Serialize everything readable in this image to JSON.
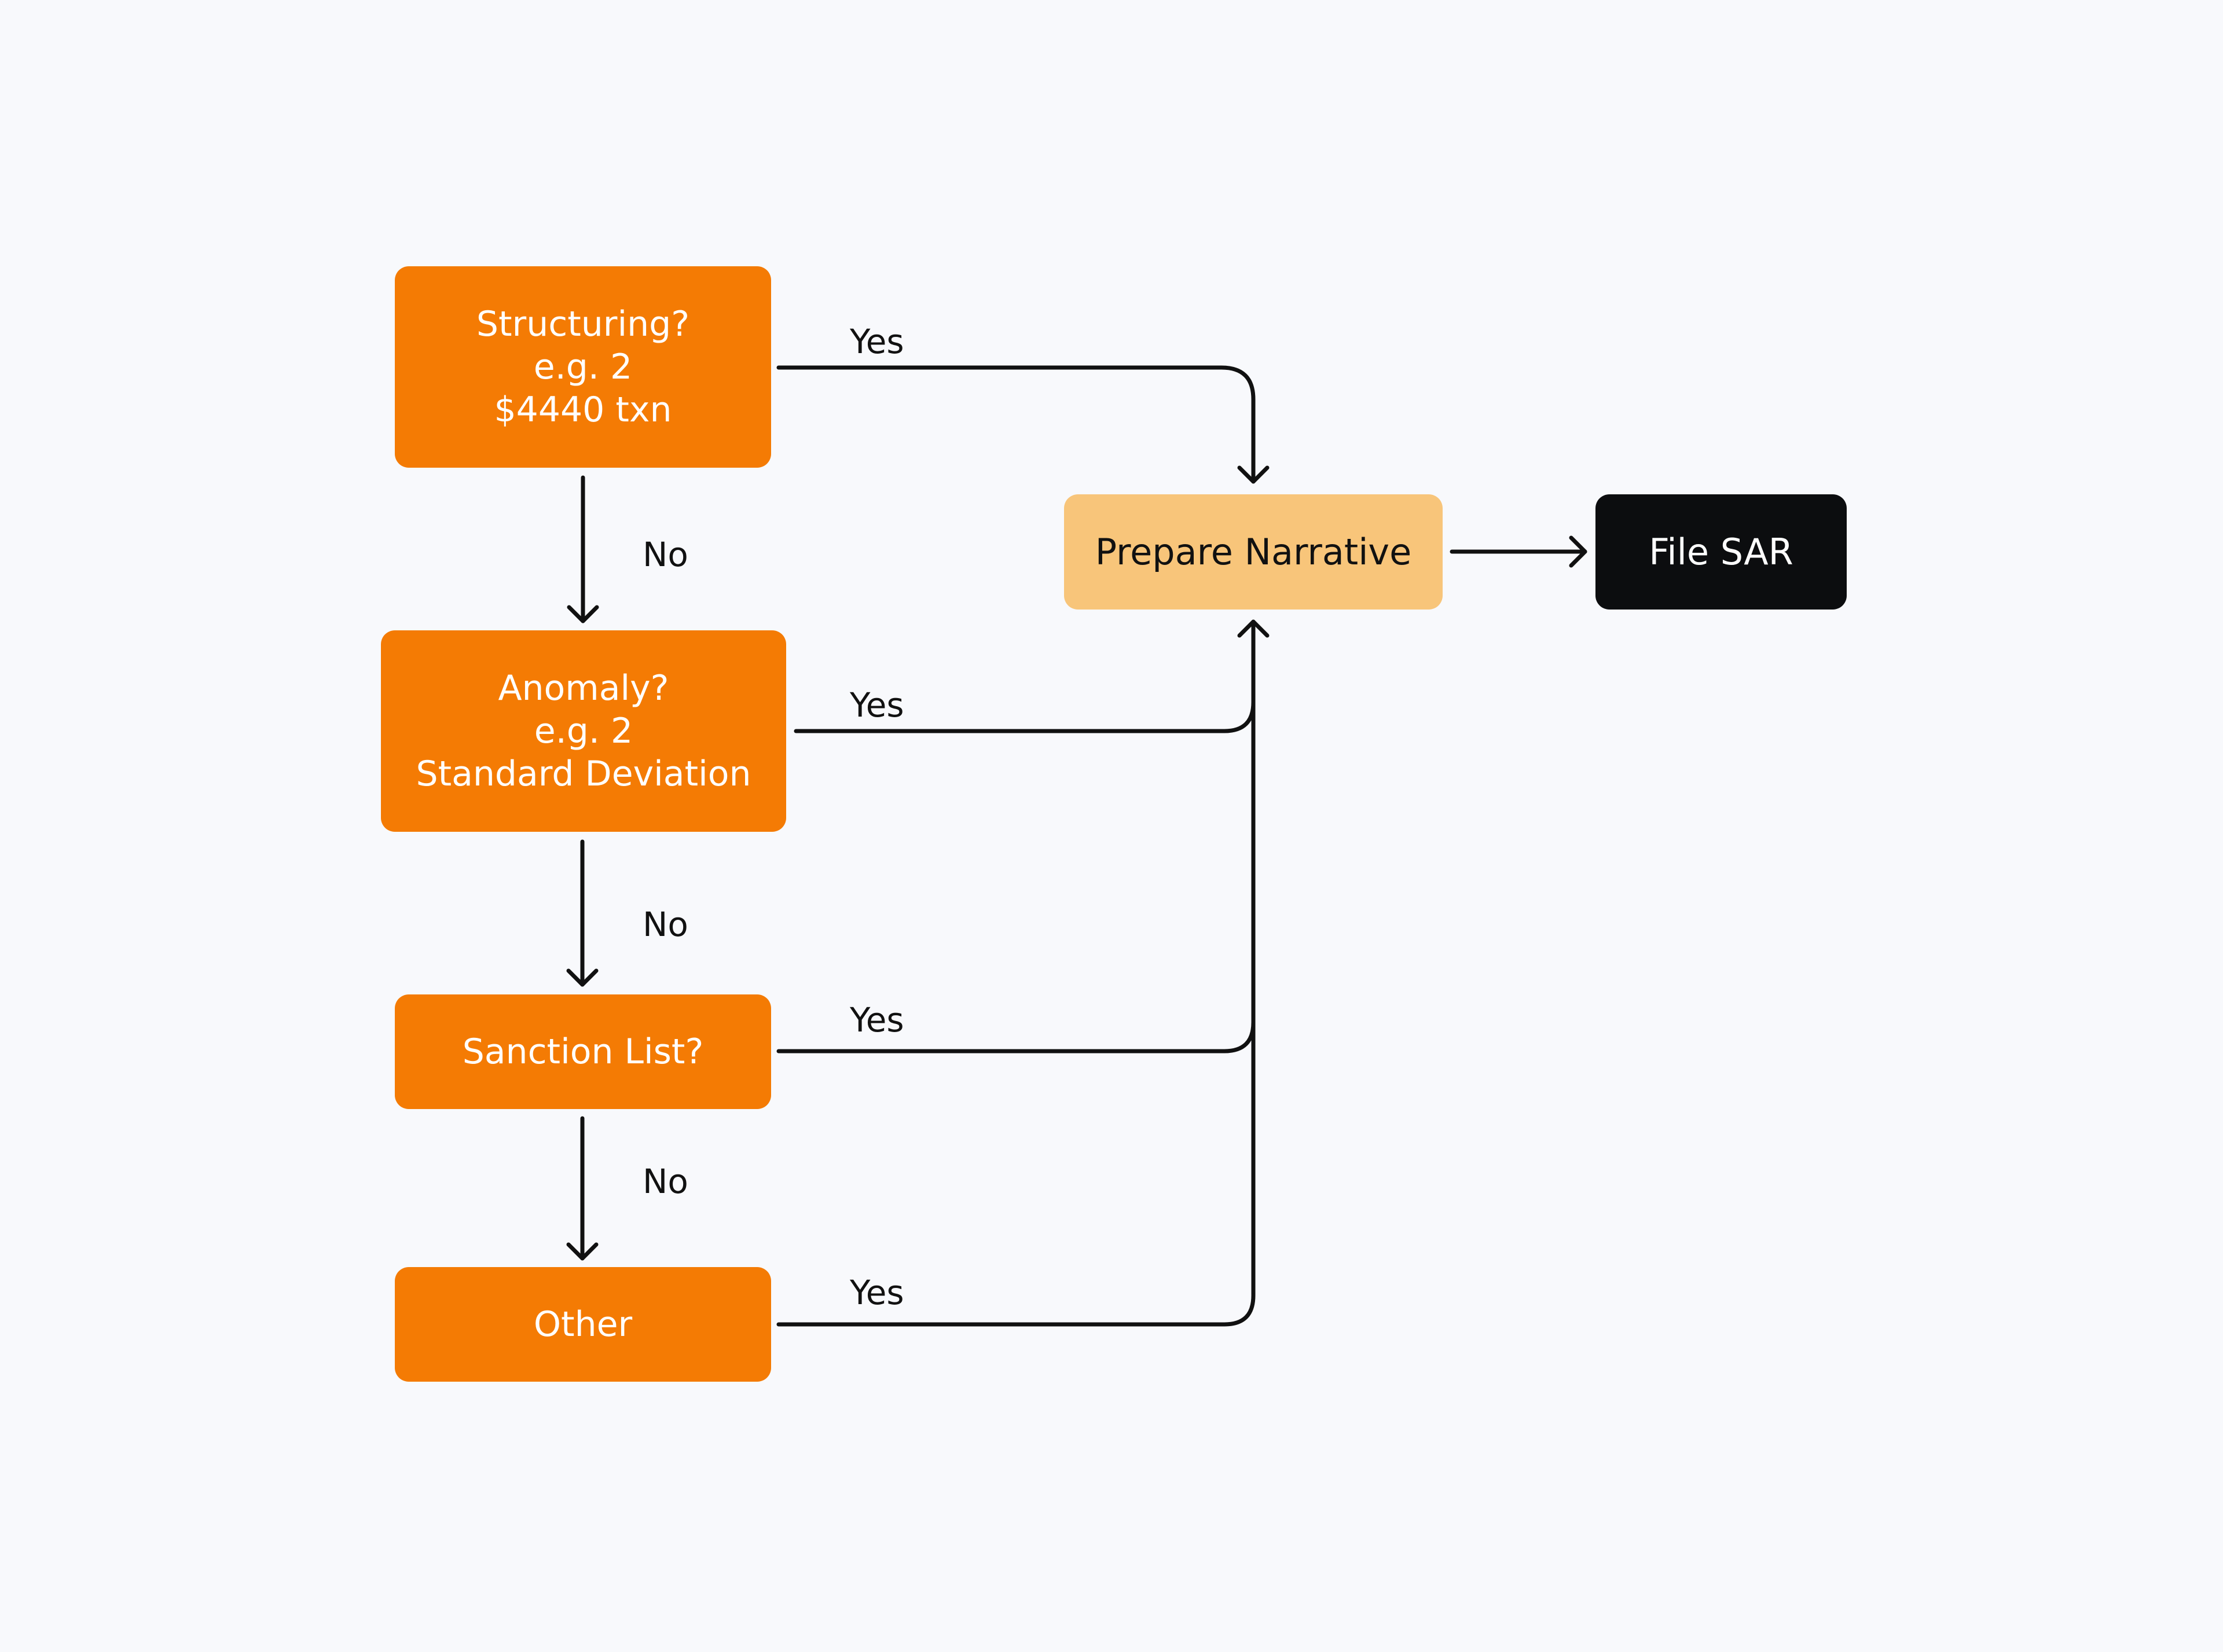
{
  "diagram": {
    "nodes": {
      "structuring": {
        "lines": [
          "Structuring?",
          "e.g. 2",
          "$4440 txn"
        ]
      },
      "anomaly": {
        "lines": [
          "Anomaly?",
          "e.g. 2",
          "Standard Deviation"
        ]
      },
      "sanction": {
        "label": "Sanction List?"
      },
      "other": {
        "label": "Other"
      },
      "narrative": {
        "label": "Prepare Narrative"
      },
      "file_sar": {
        "label": "File SAR"
      }
    },
    "edges": {
      "yes_label": "Yes",
      "no_label": "No"
    },
    "colors": {
      "decision": "#f47b04",
      "narrative": "#f8c57a",
      "terminal": "#0c0d0f",
      "line": "#111111",
      "background": "#f8f9fc"
    }
  }
}
